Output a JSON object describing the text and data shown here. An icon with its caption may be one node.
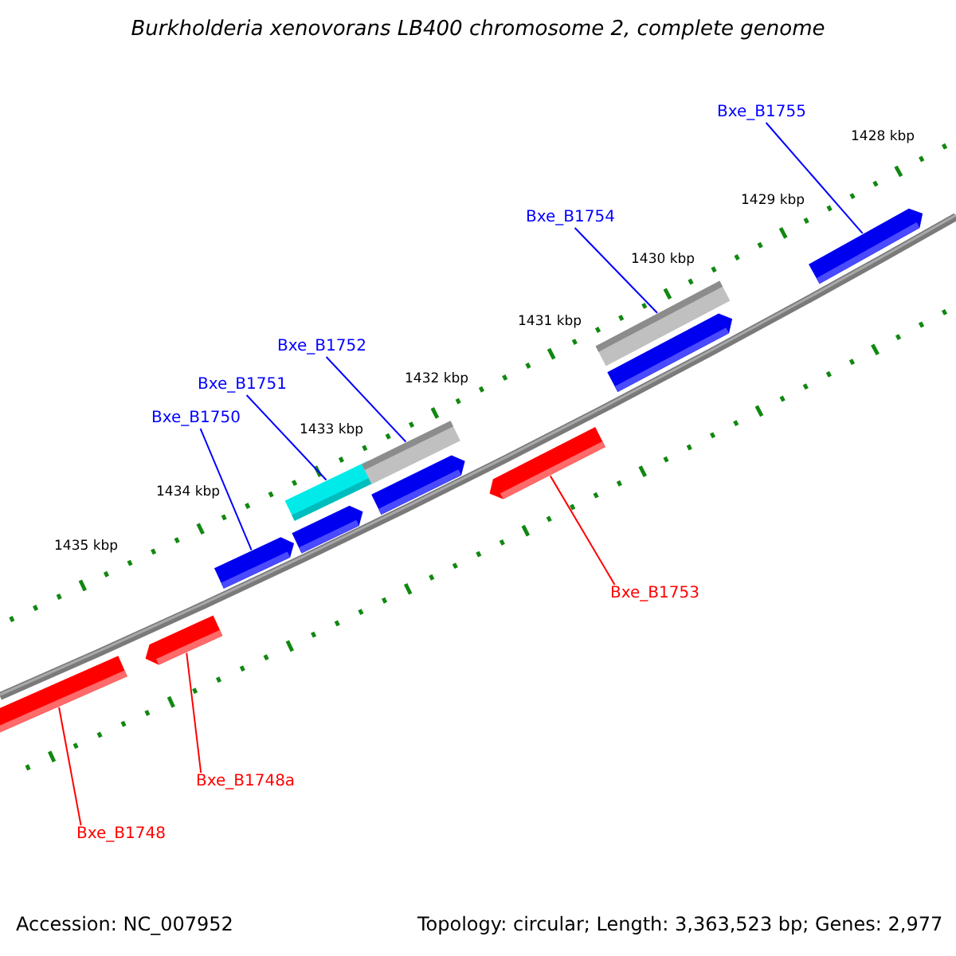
{
  "diagram": {
    "title": "Burkholderia xenovorans LB400 chromosome 2, complete genome",
    "nodes": [
      {
        "text": [
          "Bxe_B1755"
        ]
      },
      {
        "text": [
          "Bxe_B1754"
        ]
      },
      {
        "text": [
          "Bxe_B1752"
        ]
      },
      {
        "text": [
          "Bxe_B1751"
        ]
      },
      {
        "text": [
          "Bxe_B1750"
        ]
      },
      {
        "text": [
          "Bxe_B1753"
        ]
      },
      {
        "text": [
          "Bxe_B1748a"
        ]
      },
      {
        "text": [
          "Bxe_B1748"
        ]
      },
      {
        "text": [],
        "shape": "arrow"
      },
      {
        "text": [],
        "shape": "arrow"
      },
      {
        "text": [],
        "shape": "arrow"
      },
      {
        "text": [],
        "shape": "bar"
      },
      {
        "text": [],
        "shape": "arrow"
      },
      {
        "text": [],
        "shape": "bar"
      },
      {
        "text": [],
        "shape": "arrow"
      },
      {
        "text": [],
        "shape": "arrow"
      },
      {
        "text": [],
        "shape": "bar"
      },
      {
        "text": [],
        "shape": "arrow"
      },
      {
        "text": [],
        "shape": "arrow"
      }
    ],
    "edges": [
      {
        "from": 0,
        "to": 18,
        "arrow": "none"
      },
      {
        "from": 1,
        "to": 16,
        "arrow": "none"
      },
      {
        "from": 2,
        "to": 13,
        "arrow": "none"
      },
      {
        "from": 3,
        "to": 11,
        "arrow": "none"
      },
      {
        "from": 4,
        "to": 10,
        "arrow": "none"
      },
      {
        "from": 5,
        "to": 15,
        "arrow": "none",
        "color": "#ff0000"
      },
      {
        "from": 6,
        "to": 9,
        "arrow": "none",
        "color": "#ff0000"
      },
      {
        "from": 7,
        "to": 8,
        "arrow": "none",
        "color": "#ff0000"
      }
    ],
    "labels": [
      "1428 kbp",
      "1429 kbp",
      "1430 kbp",
      "1431 kbp",
      "1432 kbp",
      "1433 kbp",
      "1434 kbp",
      "1435 kbp",
      "Accession: NC_007952",
      "Topology: circular; Length: 3,363,523 bp; Genes: 2,977"
    ]
  }
}
